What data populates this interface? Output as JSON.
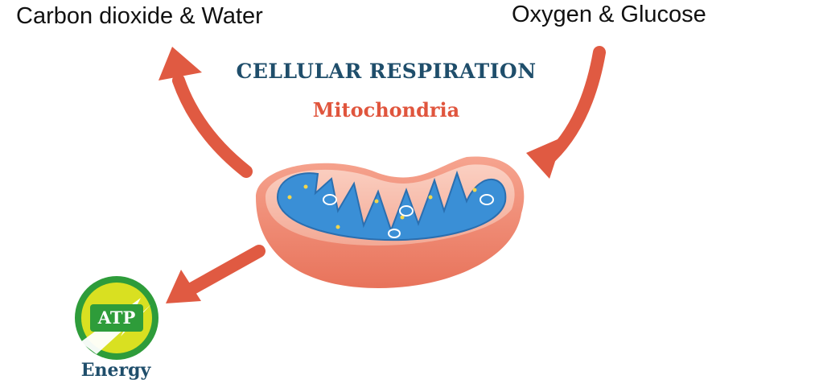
{
  "labels": {
    "outputs": "Carbon dioxide & Water",
    "inputs": "Oxygen & Glucose"
  },
  "diagram": {
    "title": "CELLULAR RESPIRATION",
    "subtitle": "Mitochondria",
    "atp_badge": "ATP",
    "energy_label": "Energy"
  },
  "colors": {
    "arrow": "#e05a42",
    "title": "#1f4e6b",
    "subtitle": "#e0553d",
    "membrane": "#f08a72",
    "matrix": "#3a8fd6",
    "atp_green": "#2e9c3a",
    "atp_yellow": "#d9e021"
  },
  "icons": [
    "arrow-up-left-icon",
    "arrow-down-left-icon",
    "arrow-to-atp-icon",
    "mitochondrion-icon",
    "atp-badge-icon"
  ]
}
